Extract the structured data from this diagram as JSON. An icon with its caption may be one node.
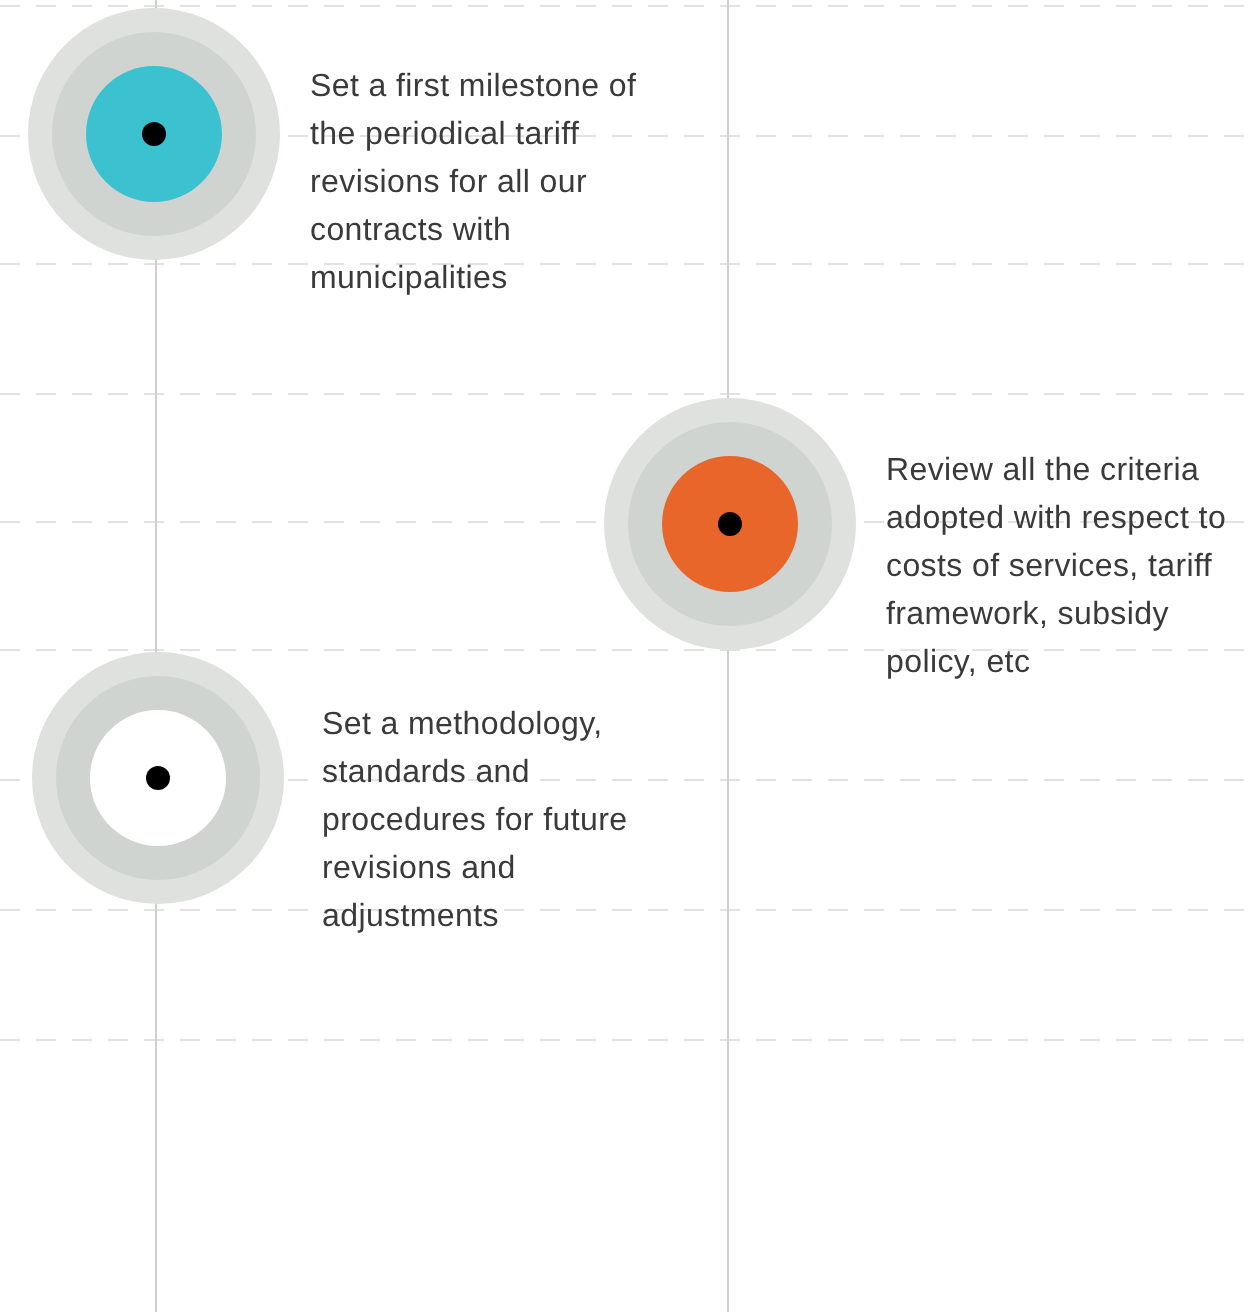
{
  "diagram": {
    "nodes": [
      {
        "text": [],
        "shape": "circle",
        "beside": [
          "Set a first milestone of the periodical tariff revisions for all our contracts with municipalities"
        ]
      },
      {
        "text": [],
        "shape": "circle",
        "beside": [
          "Review all the criteria adopted with respect to costs of services, tariff framework, subsidy policy, etc"
        ]
      },
      {
        "text": [],
        "shape": "circle",
        "beside": [
          "Set a methodology, standards and procedures for future revisions and adjustments"
        ]
      }
    ]
  }
}
